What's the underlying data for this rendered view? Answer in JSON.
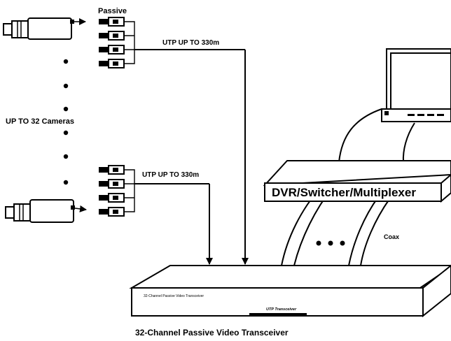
{
  "labels": {
    "passive": "Passive",
    "utp_top": "UTP UP TO 330m",
    "utp_bottom": "UTP UP TO 330m",
    "cameras": "UP TO 32 Cameras",
    "dvr": "DVR/Switcher/Multiplexer",
    "coax": "Coax",
    "device_front": "32-Channel Passive Video Transceiver",
    "device_badge": "UTP Transceiver",
    "device_caption": "32-Channel Passive Video Transceiver"
  },
  "icons": [
    "camera-icon",
    "balun-icon",
    "monitor-icon",
    "arrow-icon"
  ],
  "colors": {
    "ink": "#000000",
    "paper": "#ffffff"
  }
}
